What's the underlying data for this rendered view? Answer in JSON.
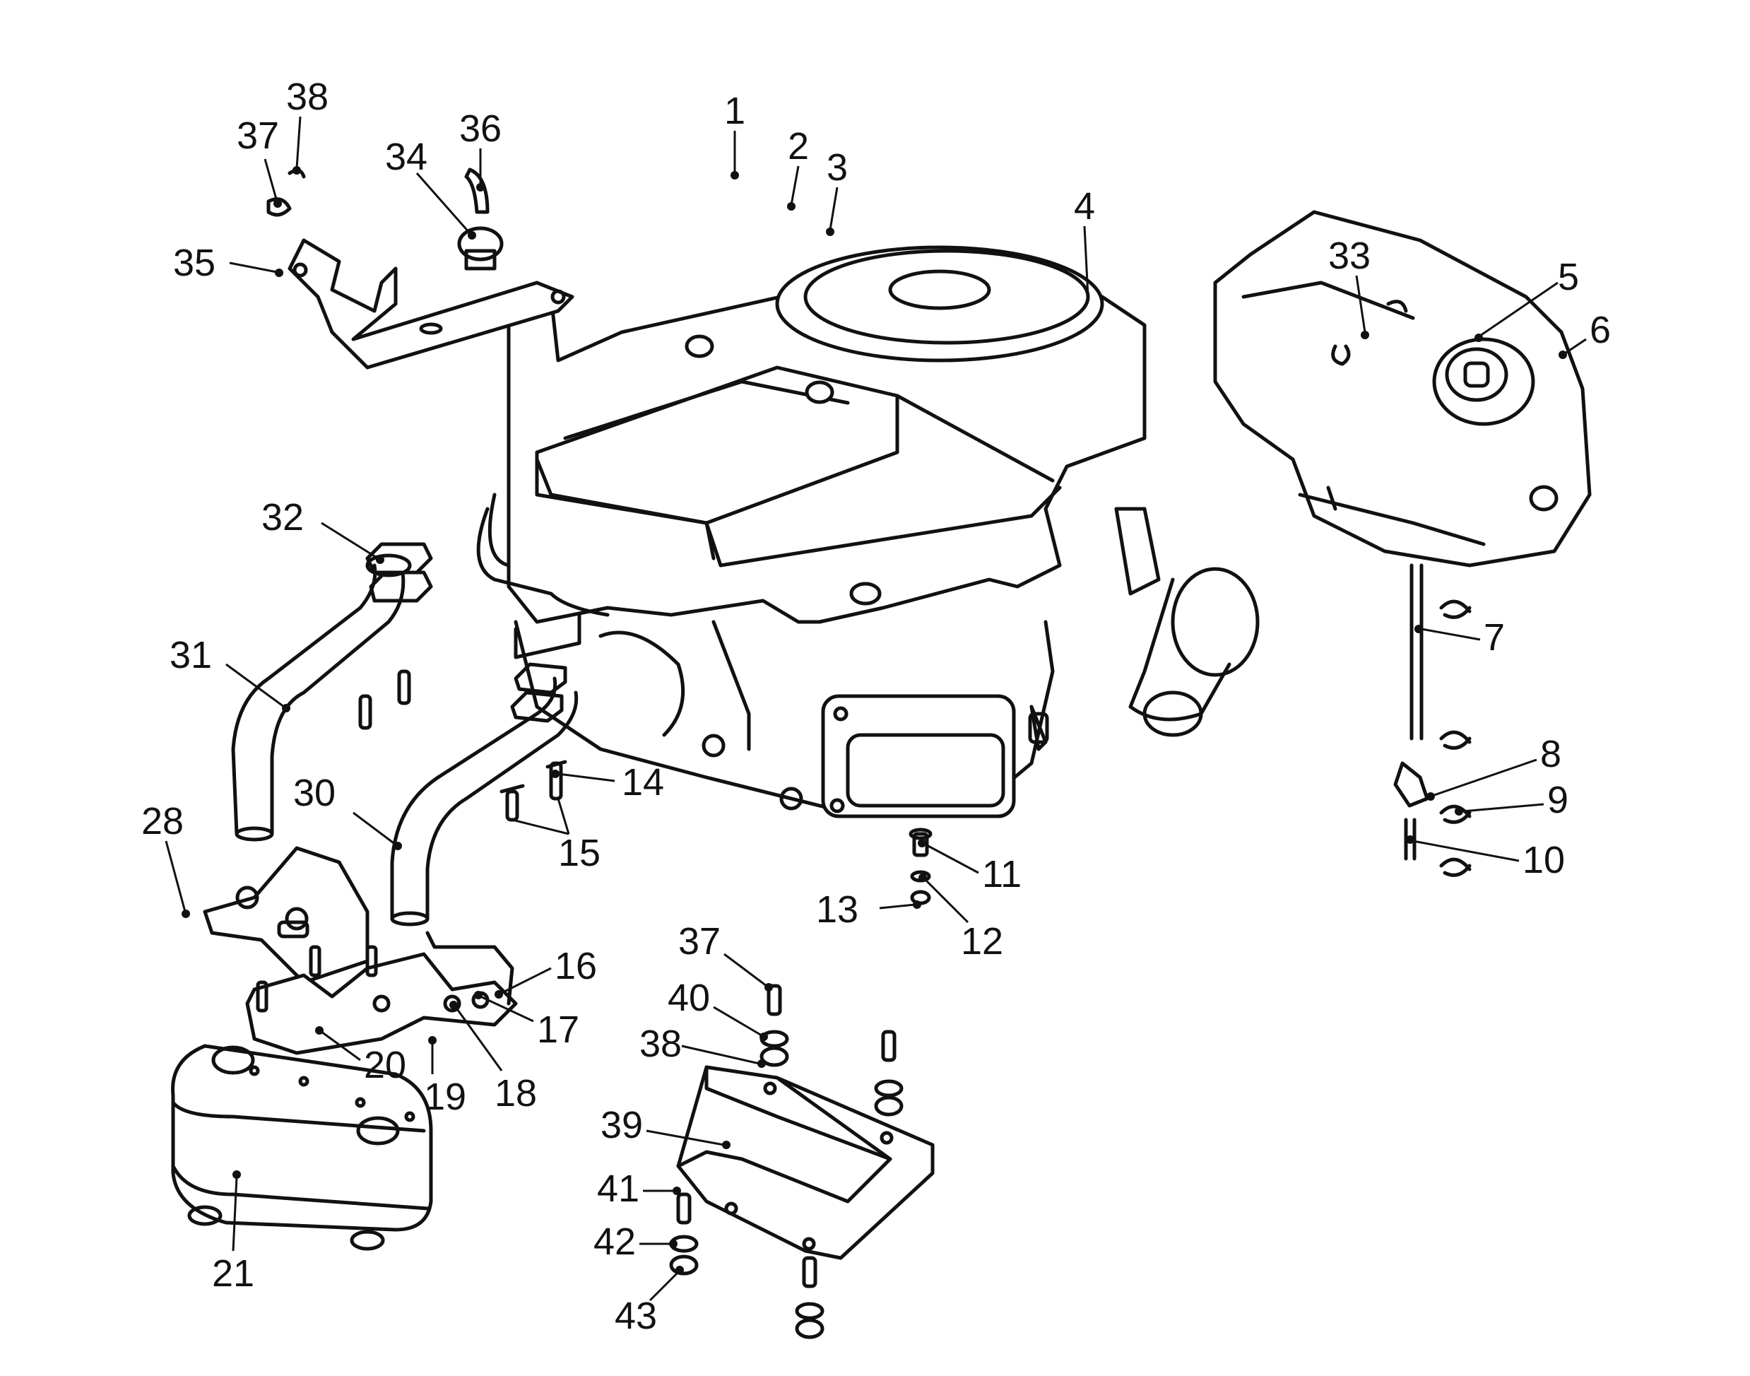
{
  "diagram": {
    "ink_color": "#111111",
    "background_color": "#ffffff",
    "callouts": [
      {
        "id": "c1",
        "label": "1"
      },
      {
        "id": "c2",
        "label": "2"
      },
      {
        "id": "c3",
        "label": "3"
      },
      {
        "id": "c4",
        "label": "4"
      },
      {
        "id": "c5",
        "label": "5"
      },
      {
        "id": "c6",
        "label": "6"
      },
      {
        "id": "c7",
        "label": "7"
      },
      {
        "id": "c8",
        "label": "8"
      },
      {
        "id": "c9",
        "label": "9"
      },
      {
        "id": "c10",
        "label": "10"
      },
      {
        "id": "c11",
        "label": "11"
      },
      {
        "id": "c12",
        "label": "12"
      },
      {
        "id": "c13",
        "label": "13"
      },
      {
        "id": "c14",
        "label": "14"
      },
      {
        "id": "c15",
        "label": "15"
      },
      {
        "id": "c16",
        "label": "16"
      },
      {
        "id": "c17",
        "label": "17"
      },
      {
        "id": "c18",
        "label": "18"
      },
      {
        "id": "c19",
        "label": "19"
      },
      {
        "id": "c20",
        "label": "20"
      },
      {
        "id": "c21",
        "label": "21"
      },
      {
        "id": "c28",
        "label": "28"
      },
      {
        "id": "c30",
        "label": "30"
      },
      {
        "id": "c31",
        "label": "31"
      },
      {
        "id": "c32",
        "label": "32"
      },
      {
        "id": "c33",
        "label": "33"
      },
      {
        "id": "c34",
        "label": "34"
      },
      {
        "id": "c35",
        "label": "35"
      },
      {
        "id": "c36",
        "label": "36"
      },
      {
        "id": "c37a",
        "label": "37"
      },
      {
        "id": "c38a",
        "label": "38"
      },
      {
        "id": "c37b",
        "label": "37"
      },
      {
        "id": "c38b",
        "label": "38"
      },
      {
        "id": "c39",
        "label": "39"
      },
      {
        "id": "c40",
        "label": "40"
      },
      {
        "id": "c41",
        "label": "41"
      },
      {
        "id": "c42",
        "label": "42"
      },
      {
        "id": "c43",
        "label": "43"
      }
    ]
  }
}
